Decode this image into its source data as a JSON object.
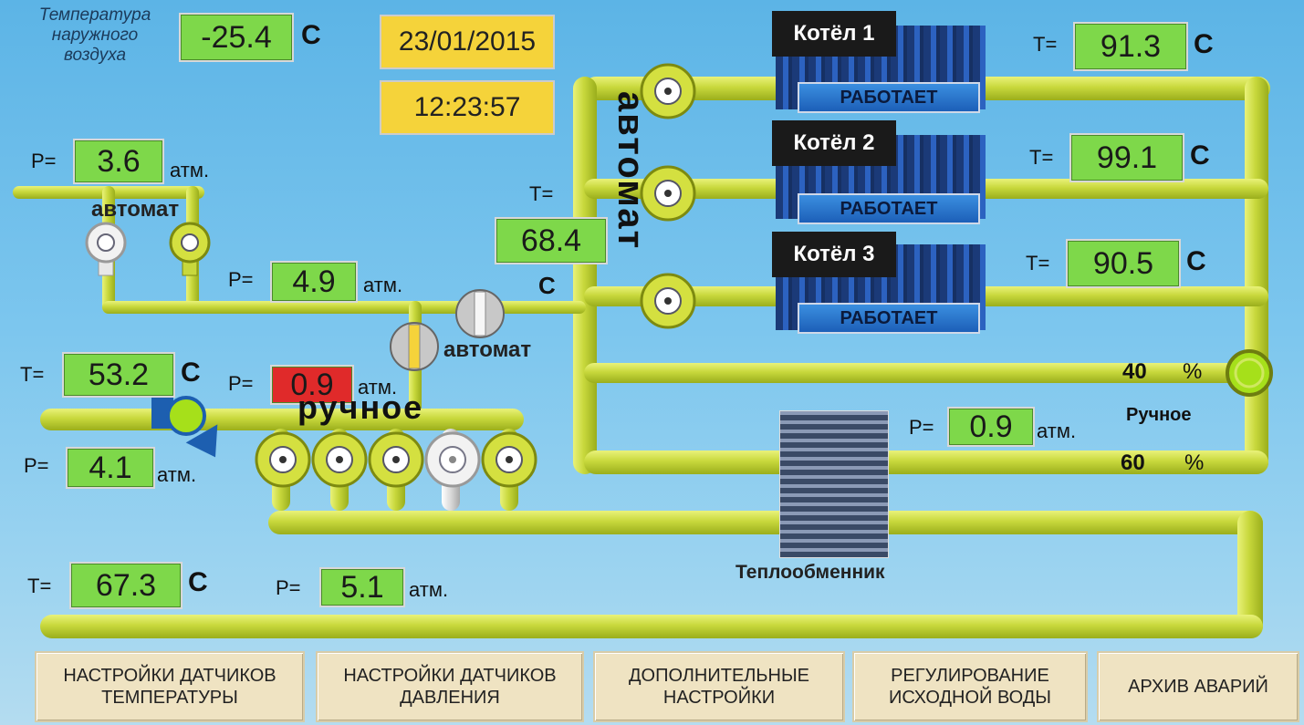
{
  "outdoor": {
    "label": "Температура\nнаружного\nвоздуха",
    "value": "-25.4",
    "unit": "C"
  },
  "datetime": {
    "date": "23/01/2015",
    "time": "12:23:57"
  },
  "boilers": [
    {
      "name": "Котёл 1",
      "status": "РАБОТАЕТ",
      "t_label": "T=",
      "t_value": "91.3",
      "unit": "C"
    },
    {
      "name": "Котёл 2",
      "status": "РАБОТАЕТ",
      "t_label": "T=",
      "t_value": "99.1",
      "unit": "C"
    },
    {
      "name": "Котёл 3",
      "status": "РАБОТАЕТ",
      "t_label": "T=",
      "t_value": "90.5",
      "unit": "C"
    }
  ],
  "boiler_pumps_mode": "автомат",
  "supply": {
    "t_label": "T=",
    "t_value": "68.4",
    "unit": "C"
  },
  "p1": {
    "label": "P=",
    "value": "3.6",
    "unit": "атм."
  },
  "p2": {
    "label": "P=",
    "value": "4.9",
    "unit": "атм."
  },
  "p3": {
    "label": "P=",
    "value": "0.9",
    "unit": "атм.",
    "alarm": true
  },
  "p4": {
    "label": "P=",
    "value": "4.1",
    "unit": "атм."
  },
  "p5": {
    "label": "P=",
    "value": "5.1",
    "unit": "атм."
  },
  "p6": {
    "label": "P=",
    "value": "0.9",
    "unit": "атм."
  },
  "t_return": {
    "label": "T=",
    "value": "53.2",
    "unit": "C"
  },
  "t_bottom": {
    "label": "T=",
    "value": "67.3",
    "unit": "C"
  },
  "labels": {
    "automat_left": "автомат",
    "automat_mid": "автомат",
    "manual_pumps": "ручное",
    "valve_mode": "Ручное",
    "valve_pct_top": "40",
    "valve_pct_bottom": "60",
    "pct": "%",
    "exchanger": "Теплообменник"
  },
  "buttons": [
    "НАСТРОЙКИ ДАТЧИКОВ\nТЕМПЕРАТУРЫ",
    "НАСТРОЙКИ ДАТЧИКОВ\nДАВЛЕНИЯ",
    "ДОПОЛНИТЕЛЬНЫЕ\nНАСТРОЙКИ",
    "РЕГУЛИРОВАНИЕ\nИСХОДНОЙ ВОДЫ",
    "АРХИВ АВАРИЙ"
  ],
  "colors": {
    "value_ok": "#7ed84a",
    "value_alarm": "#e02a2a",
    "pipe": "#c8d83c",
    "date_bg": "#f5d33a"
  }
}
